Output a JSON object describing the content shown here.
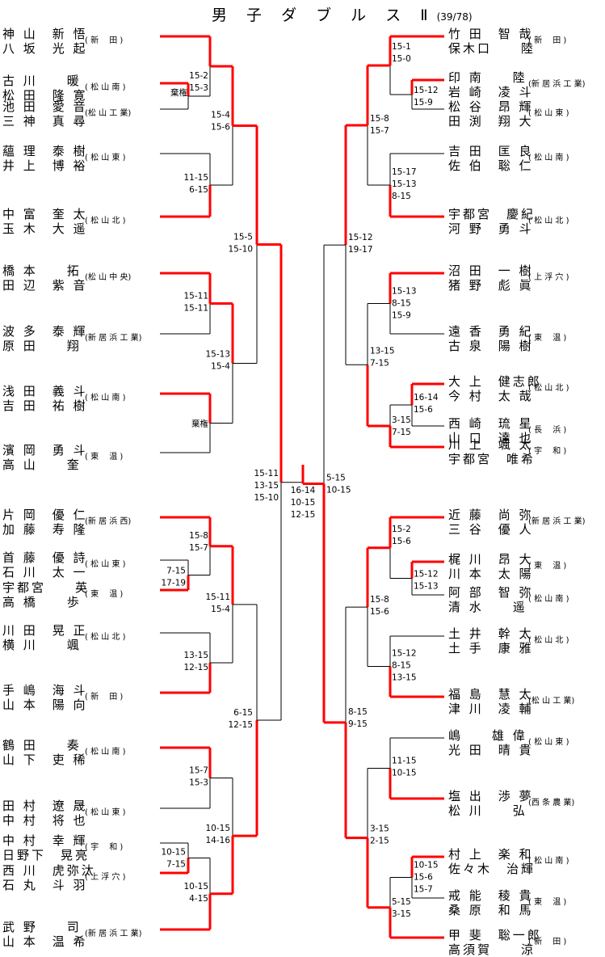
{
  "title": "男 子 ダ ブ ル ス Ⅱ",
  "count": "(39/78)",
  "colors": {
    "winner_line": "#ff0000",
    "loser_line": "#000000"
  },
  "left": [
    {
      "p1": "神 山　新 悟",
      "p2": "八 坂　光 起",
      "school": "( 新　 田 )"
    },
    {
      "p1": "古 川　　暖",
      "p2": "松 田　隆 寛",
      "school": "( 松 山 南 )"
    },
    {
      "p1": "池 田　愛 音",
      "p2": "三 神　真 尋",
      "school": "(松 山 工 業)"
    },
    {
      "p1": "蘊 理　泰 樹",
      "p2": "井 上　博 裕",
      "school": "( 松 山 東 )"
    },
    {
      "p1": "中 富　奎 太",
      "p2": "玉 木　大 遥",
      "school": "( 松 山 北 )"
    },
    {
      "p1": "橋 本　　拓",
      "p2": "田 辺　紫 音",
      "school": "(松 山 中 央)"
    },
    {
      "p1": "波 多　泰 輝",
      "p2": "原 田　　翔",
      "school": "(新 居 浜 工 業)"
    },
    {
      "p1": "浅 田　義 斗",
      "p2": "吉 田　祐 樹",
      "school": "( 松 山 南 )"
    },
    {
      "p1": "濱 岡　勇 斗",
      "p2": "高 山　　奎",
      "school": "( 東　 温 )"
    },
    {
      "p1": "片 岡　優 仁",
      "p2": "加 藤　寿 隆",
      "school": "(新 居 浜 西)"
    },
    {
      "p1": "首 藤　優 詩",
      "p2": "石 川　太 一",
      "school": "( 松 山 東 )"
    },
    {
      "p1": "宇都宮　　英",
      "p2": "高 橋　　歩",
      "school": "( 東　 温 )"
    },
    {
      "p1": "川 田　晃 正",
      "p2": "横 川　　颯",
      "school": "( 松 山 北 )"
    },
    {
      "p1": "手 嶋　海 斗",
      "p2": "山 本　陽 向",
      "school": "( 新　 田 )"
    },
    {
      "p1": "鶴 田　　奏",
      "p2": "山 下　吏 稀",
      "school": "( 松 山 南 )"
    },
    {
      "p1": "田 村　遼 晟",
      "p2": "中 村　将 也",
      "school": "( 松 山 東 )"
    },
    {
      "p1": "中 村　幸 輝",
      "p2": "日野下　晃亮",
      "school": "( 宇　 和 )"
    },
    {
      "p1": "西 川　虎弥汰",
      "p2": "石 丸　斗 羽",
      "school": "( 上 浮 穴 )"
    },
    {
      "p1": "武 野　　司",
      "p2": "山 本　温 希",
      "school": "(新 居 浜 工 業)"
    }
  ],
  "right": [
    {
      "p1": "竹 田　智 哉",
      "p2": "保木口　　陸",
      "school": "( 新　 田 )"
    },
    {
      "p1": "印 南　　陸",
      "p2": "岩 崎　凌 斗",
      "school": "(新 居 浜 工 業)"
    },
    {
      "p1": "松 谷　昂 輝",
      "p2": "田 渕　翔 大",
      "school": "( 松 山 東 )"
    },
    {
      "p1": "吉 田　匡 良",
      "p2": "佐 伯　聡 仁",
      "school": "( 松 山 南 )"
    },
    {
      "p1": "宇都宮　慶紀",
      "p2": "河 野　勇 斗",
      "school": "( 松 山 北 )"
    },
    {
      "p1": "沼 田　一 樹",
      "p2": "猪 野　彪 眞",
      "school": "( 上 浮 穴 )"
    },
    {
      "p1": "遠 香　勇 紀",
      "p2": "古 泉　陽 樹",
      "school": "( 東　 温 )"
    },
    {
      "p1": "大 上　健志郎",
      "p2": "今 村　太 哉",
      "school": "( 松 山 北 )"
    },
    {
      "p1": "西 崎　琉 星",
      "p2": "山 口　達 也",
      "school": "( 長　 浜 )"
    },
    {
      "p1": "川 上　颯 太",
      "p2": "宇都宮　唯希",
      "school": "( 宇　 和 )"
    },
    {
      "p1": "近 藤　尚 弥",
      "p2": "三 谷　優 人",
      "school": "(新 居 浜 工 業)"
    },
    {
      "p1": "梶 川　昂 大",
      "p2": "川 本　太 陽",
      "school": "( 東　 温 )"
    },
    {
      "p1": "阿 部　智 弥",
      "p2": "清 水　　遥",
      "school": "( 松 山 南 )"
    },
    {
      "p1": "土 井　幹 太",
      "p2": "土 手　康 雅",
      "school": "( 松 山 北 )"
    },
    {
      "p1": "福 島　慧 太",
      "p2": "津 川　凌 輔",
      "school": "(松 山 工 業)"
    },
    {
      "p1": "嶋　　雄 偉",
      "p2": "光 田　晴 貴",
      "school": "( 松 山 東 )"
    },
    {
      "p1": "塩 出　渉 夢",
      "p2": "松 川　　弘",
      "school": "(西 条 農 業)"
    },
    {
      "p1": "村 上　楽 和",
      "p2": "佐々木　治輝",
      "school": "( 松 山 南 )"
    },
    {
      "p1": "戒 能　稜 貴",
      "p2": "桑 原　和 馬",
      "school": "( 東　 温 )"
    },
    {
      "p1": "甲 斐　聡一郎",
      "p2": "高須賀　　涼",
      "school": "( 新　 田 )"
    }
  ],
  "scores": {
    "l_1_23": [
      "棄権"
    ],
    "l_1_123": [
      "15-2",
      "15-3"
    ],
    "l_1_45": [
      "11-15",
      "6-15"
    ],
    "l_1_1to5": [
      "15-4",
      "15-6"
    ],
    "l_2_67": [
      "15-11",
      "15-11"
    ],
    "l_2_89": [
      "棄権"
    ],
    "l_2_6to9": [
      "15-13",
      "15-4"
    ],
    "l_top": [
      "15-5",
      "15-10"
    ],
    "l_3_1112": [
      "7-15",
      "17-19"
    ],
    "l_3_1012": [
      "15-8",
      "15-7"
    ],
    "l_3_1314": [
      "13-15",
      "12-15"
    ],
    "l_3_10to14": [
      "15-11",
      "15-4"
    ],
    "l_4_1718": [
      "10-15",
      "7-15"
    ],
    "l_4_1719": [
      "10-15",
      "4-15"
    ],
    "l_4_1516": [
      "15-7",
      "15-3"
    ],
    "l_4_15to19": [
      "10-15",
      "14-16"
    ],
    "l_bot": [
      "6-15",
      "12-15"
    ],
    "l_semi": [
      "15-11",
      "13-15",
      "15-10"
    ],
    "final": [
      "16-14",
      "10-15",
      "12-15"
    ],
    "r_1_23": [
      "15-12",
      "15-9"
    ],
    "r_1_123": [
      "15-1",
      "15-0"
    ],
    "r_1_45": [
      "15-17",
      "15-13",
      "8-15"
    ],
    "r_1_1to5": [
      "15-8",
      "15-7"
    ],
    "r_2_67": [
      "15-13",
      "8-15",
      "15-9"
    ],
    "r_2_89": [
      "16-14",
      "15-6"
    ],
    "r_2_8to10": [
      "3-15",
      "7-15"
    ],
    "r_2_6to10": [
      "13-15",
      "7-15"
    ],
    "r_top": [
      "15-12",
      "19-17"
    ],
    "r_3_1213": [
      "15-12",
      "15-13"
    ],
    "r_3_1113": [
      "15-2",
      "15-6"
    ],
    "r_3_1415": [
      "15-12",
      "8-15",
      "13-15"
    ],
    "r_3_11to15": [
      "15-8",
      "15-6"
    ],
    "r_4_1617": [
      "11-15",
      "10-15"
    ],
    "r_4_1819": [
      "10-15",
      "15-6",
      "15-7"
    ],
    "r_4_18to20": [
      "5-15",
      "3-15"
    ],
    "r_4_16to20": [
      "3-15",
      "2-15"
    ],
    "r_bot": [
      "8-15",
      "9-15"
    ],
    "r_semi": [
      "5-15",
      "10-15"
    ]
  }
}
